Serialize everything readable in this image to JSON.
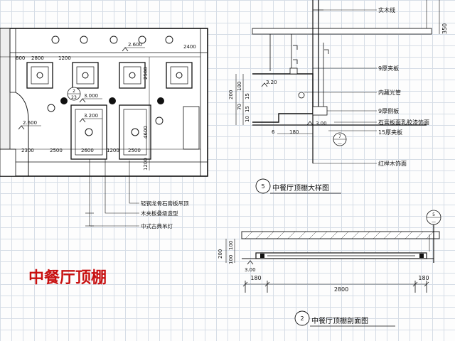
{
  "slide_title": "中餐厅顶棚",
  "plan": {
    "top_dims": [
      "800",
      "2800",
      "1200",
      "2400"
    ],
    "bottom_dims": [
      "2300",
      "2500",
      "2600",
      "1200",
      "2500"
    ],
    "vertical_dims": [
      "2500",
      "4600",
      "1200"
    ],
    "elevations": [
      "2.600",
      "3.000",
      "3.200",
      "2.600"
    ],
    "section_mark": {
      "top": "2",
      "bottom": "23"
    },
    "callouts": [
      "轻钢龙骨石膏板吊顶",
      "木夹板叠级造型",
      "中式古典吊灯"
    ]
  },
  "detail_large": {
    "top_label": "实木线",
    "dim_350": "350",
    "labels": [
      "9厚夹板",
      "内藏光管",
      "9厚侧板",
      "石膏板面乳胶漆饰面",
      "15厚夹板",
      "红榉木饰面"
    ],
    "elev_320": "3.20",
    "elev_300": "3.00",
    "dims_vertical": [
      "200",
      "100",
      "70",
      "15",
      "15",
      "10"
    ],
    "dims_horizontal": [
      "6",
      "180"
    ],
    "ref_bubble": {
      "top": "7",
      "bottom": "—"
    },
    "caption_number": "5",
    "caption": "中餐厅顶棚大样图"
  },
  "section": {
    "dims_vertical": [
      "200",
      "100",
      "100"
    ],
    "elev": "3.00",
    "dims_horizontal": [
      "180",
      "2800",
      "180"
    ],
    "ref_bubble": {
      "top": "5",
      "bottom": "—"
    },
    "caption_number": "2",
    "caption": "中餐厅顶棚剖面图"
  }
}
